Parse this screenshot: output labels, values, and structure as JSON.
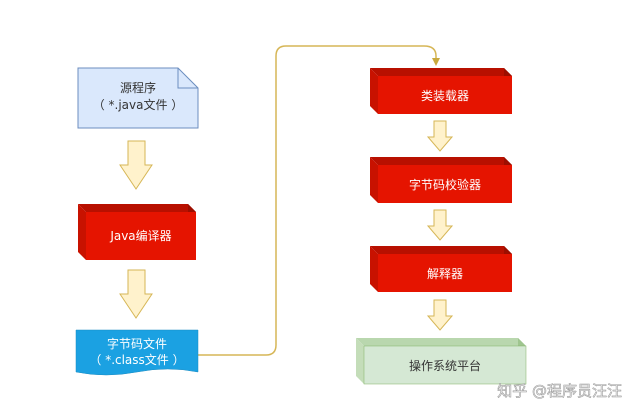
{
  "nodes": {
    "source": {
      "line1": "源程序",
      "line2": "（ *.java文件 ）"
    },
    "compiler": {
      "label": "Java编译器"
    },
    "bytecode": {
      "line1": "字节码文件",
      "line2": "（ *.class文件 ）"
    },
    "classloader": {
      "label": "类装载器"
    },
    "verifier": {
      "label": "字节码校验器"
    },
    "interpreter": {
      "label": "解释器"
    },
    "platform": {
      "label": "操作系统平台"
    }
  },
  "watermark": "知乎 @程序员汪汪",
  "colors": {
    "doc_fill": "#dae8fc",
    "doc_stroke": "#6c8ebf",
    "red_face": "#e51400",
    "red_dark": "#9c0e00",
    "tape_fill": "#1ba1e2",
    "green_face": "#d5e8d4",
    "green_dark": "#9fc58f",
    "arrow_fill": "#fff2cc",
    "arrow_stroke": "#d6b656",
    "connector": "#d6b656"
  }
}
